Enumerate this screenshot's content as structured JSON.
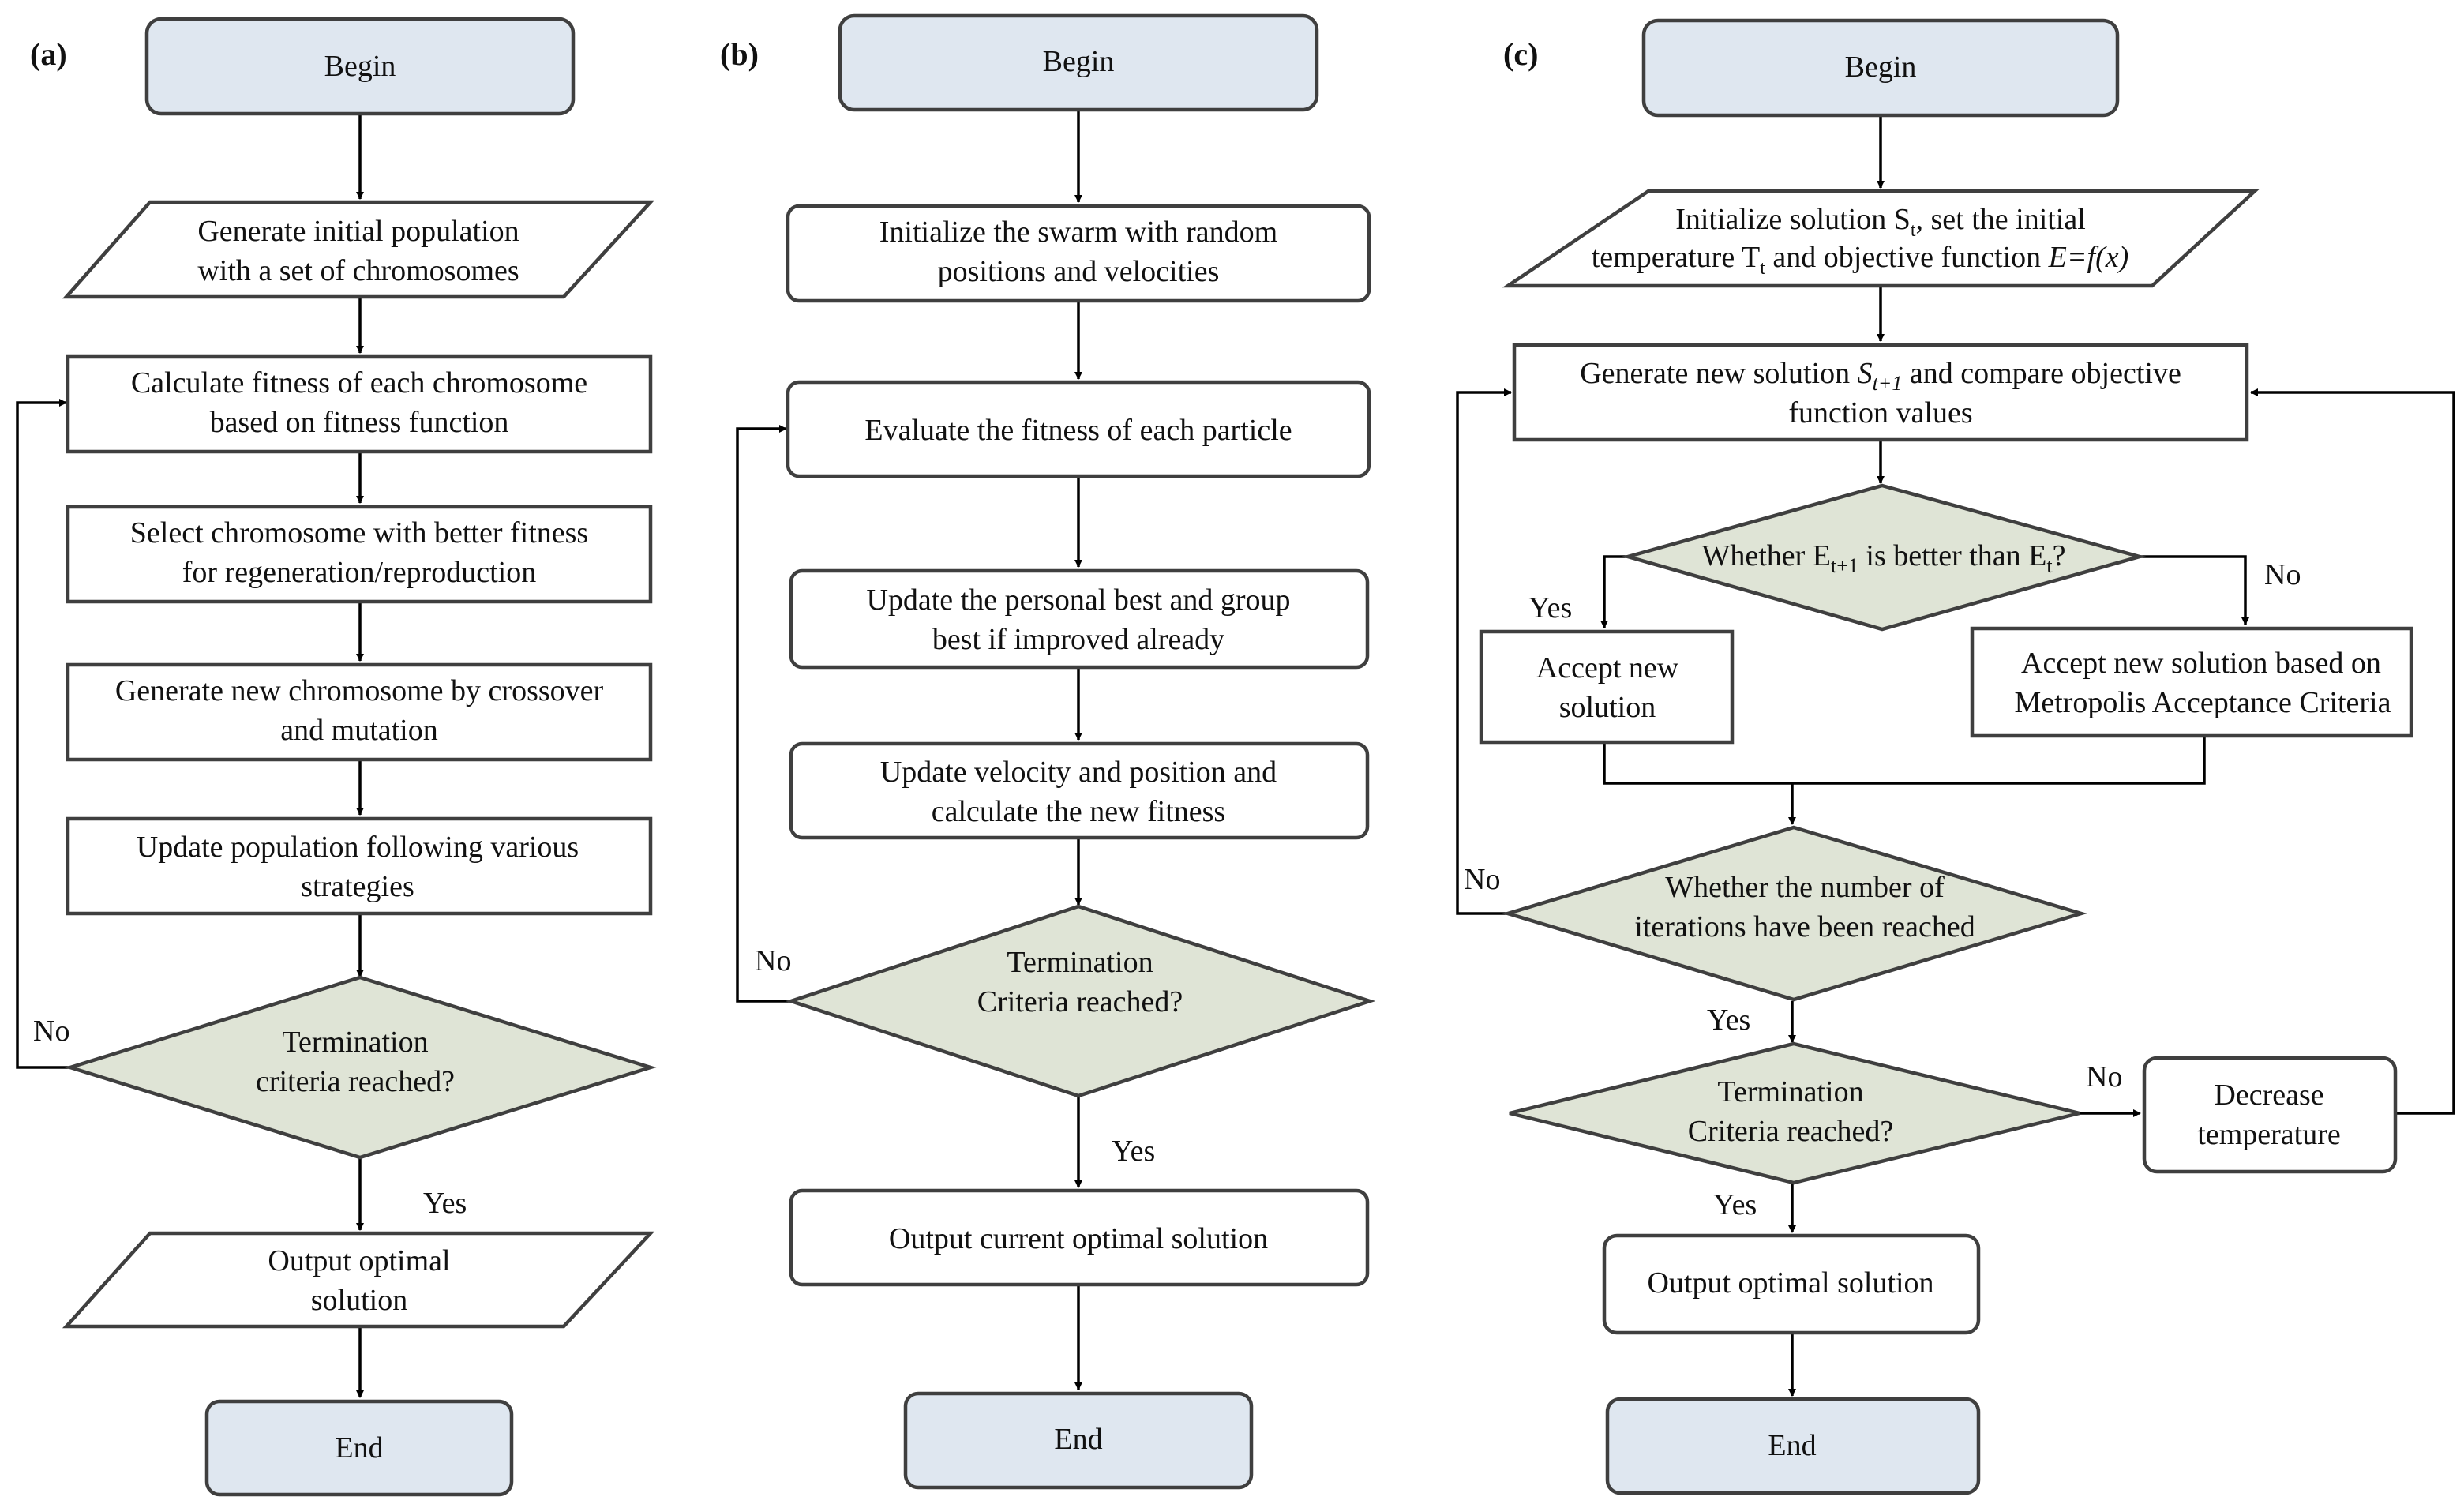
{
  "colors": {
    "terminal_fill": "#dfe7f0",
    "decision_fill": "#dfe4d6",
    "process_fill": "#ffffff",
    "stroke": "#3f3f3f"
  },
  "panels": {
    "a": {
      "label": "(a)",
      "begin": "Begin",
      "init": [
        "Generate initial population",
        "with a set of chromosomes"
      ],
      "calc": [
        "Calculate fitness of each chromosome",
        "based on fitness function"
      ],
      "select": [
        "Select chromosome with better fitness",
        "for regeneration/reproduction"
      ],
      "generate": [
        "Generate new chromosome by crossover",
        "and mutation"
      ],
      "update": [
        "Update population following various",
        "strategies"
      ],
      "term": [
        "Termination",
        "criteria reached?"
      ],
      "output": [
        "Output optimal",
        "solution"
      ],
      "end": "End",
      "no": "No",
      "yes": "Yes"
    },
    "b": {
      "label": "(b)",
      "begin": "Begin",
      "init": [
        "Initialize the swarm with random",
        "positions and velocities"
      ],
      "eval": "Evaluate the fitness of each particle",
      "update_best": [
        "Update the personal best and group",
        "best if improved already"
      ],
      "update_vel": [
        "Update velocity and position and",
        "calculate the new fitness"
      ],
      "term": [
        "Termination",
        "Criteria reached?"
      ],
      "output": "Output current optimal solution",
      "end": "End",
      "no": "No",
      "yes": "Yes"
    },
    "c": {
      "label": "(c)",
      "begin": "Begin",
      "init_1a": "Initialize solution S",
      "init_1b": "t",
      "init_1c": ", set the initial",
      "init_2a": "temperature T",
      "init_2b": "t",
      "init_2c": " and objective function ",
      "init_2d": "E=f(x)",
      "gen_1a": "Generate new solution ",
      "gen_1b": "S",
      "gen_1c": "t+1",
      "gen_1d": " and compare objective",
      "gen_2": "function values",
      "whether_a": "Whether E",
      "whether_b": "t+1",
      "whether_c": " is better than E",
      "whether_d": "t",
      "whether_e": "?",
      "accept": [
        "Accept new",
        "solution"
      ],
      "accept_metro": [
        "Accept new solution based on",
        "Metropolis Acceptance Criteria"
      ],
      "iter": [
        "Whether the number of",
        "iterations have been reached"
      ],
      "term": [
        "Termination",
        "Criteria reached?"
      ],
      "decrease": [
        "Decrease",
        "temperature"
      ],
      "output": "Output optimal solution",
      "end": "End",
      "yes_1": "Yes",
      "no_1": "No",
      "no_2": "No",
      "yes_2": "Yes",
      "no_3": "No",
      "yes_3": "Yes"
    }
  }
}
